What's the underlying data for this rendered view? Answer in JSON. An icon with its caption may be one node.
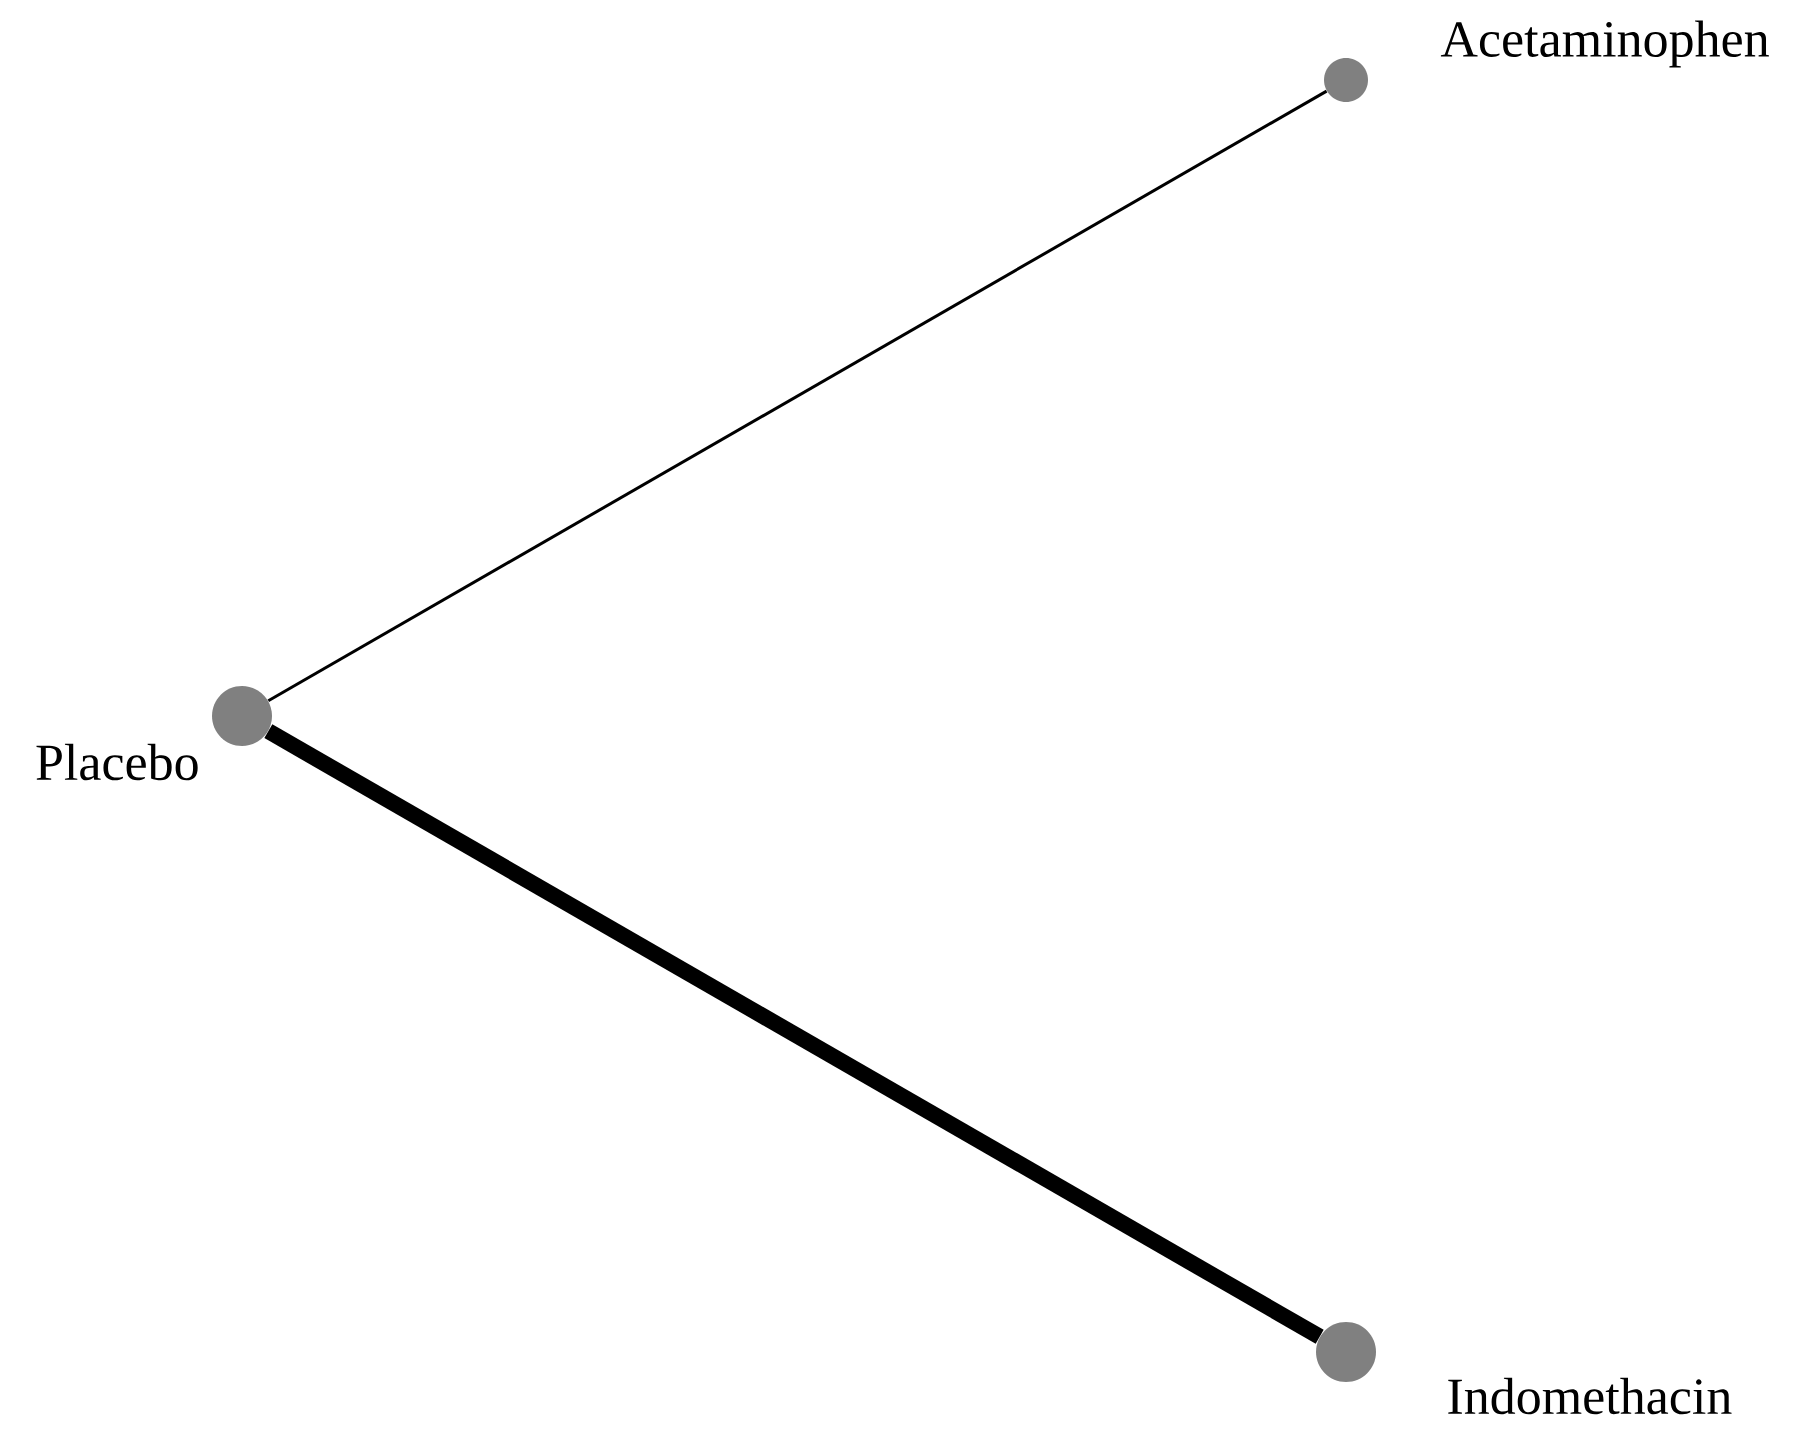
{
  "diagram": {
    "nodes": [
      {
        "text": [],
        "shape": "circle",
        "beside": [
          "Acetaminophen"
        ]
      },
      {
        "text": [],
        "shape": "circle",
        "beside": [
          "Placebo"
        ]
      },
      {
        "text": [],
        "shape": "circle",
        "beside": [
          "Indomethacin"
        ]
      }
    ],
    "edges": [
      {
        "from": 1,
        "to": 0,
        "arrow": "none"
      },
      {
        "from": 1,
        "to": 2,
        "arrow": "none",
        "style": "thick"
      }
    ]
  }
}
